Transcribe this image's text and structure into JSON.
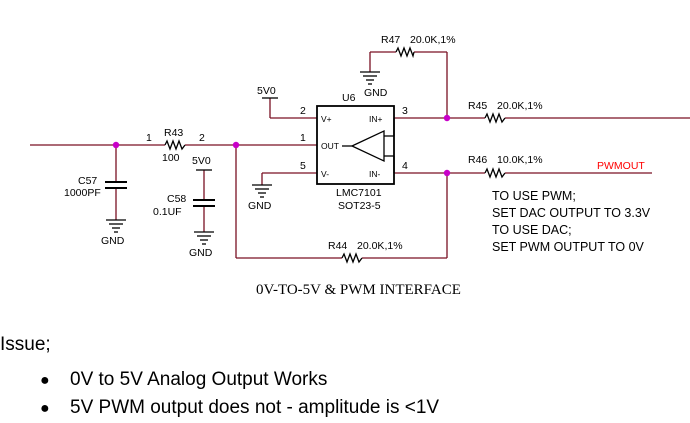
{
  "schematic": {
    "caption": "0V-TO-5V & PWM INTERFACE",
    "ic": {
      "designator": "U6",
      "part": "LMC7101",
      "package": "SOT23-5",
      "pins": {
        "vplus": "V+",
        "out": "OUT",
        "vminus": "V-",
        "inplus": "IN+",
        "inminus": "IN-"
      },
      "pin_numbers": {
        "p1": "1",
        "p2": "2",
        "p3": "3",
        "p4": "4",
        "p5": "5"
      }
    },
    "resistors": {
      "r43": {
        "ref": "R43",
        "value": "100",
        "pin1": "1",
        "pin2": "2"
      },
      "r44": {
        "ref": "R44",
        "value": "20.0K,1%"
      },
      "r45": {
        "ref": "R45",
        "value": "20.0K,1%"
      },
      "r46": {
        "ref": "R46",
        "value": "10.0K,1%"
      },
      "r47": {
        "ref": "R47",
        "value": "20.0K,1%"
      }
    },
    "capacitors": {
      "c57": {
        "ref": "C57",
        "value": "1000PF"
      },
      "c58": {
        "ref": "C58",
        "value": "0.1UF"
      }
    },
    "power": {
      "v5v0_u6": "5V0",
      "v5v0_c58": "5V0",
      "gnd": "GND"
    },
    "net_label": "PWMOUT",
    "notes": [
      "TO USE PWM;",
      "SET DAC OUTPUT TO 3.3V",
      "TO USE DAC;",
      "SET PWM OUTPUT TO 0V"
    ],
    "colors": {
      "wire": "#7a1024",
      "junction": "#c800c8",
      "net_label": "#ff0000"
    }
  },
  "issue": {
    "label": "Issue;",
    "items": [
      "0V to 5V Analog Output Works",
      "5V PWM output does not - amplitude is <1V"
    ]
  }
}
